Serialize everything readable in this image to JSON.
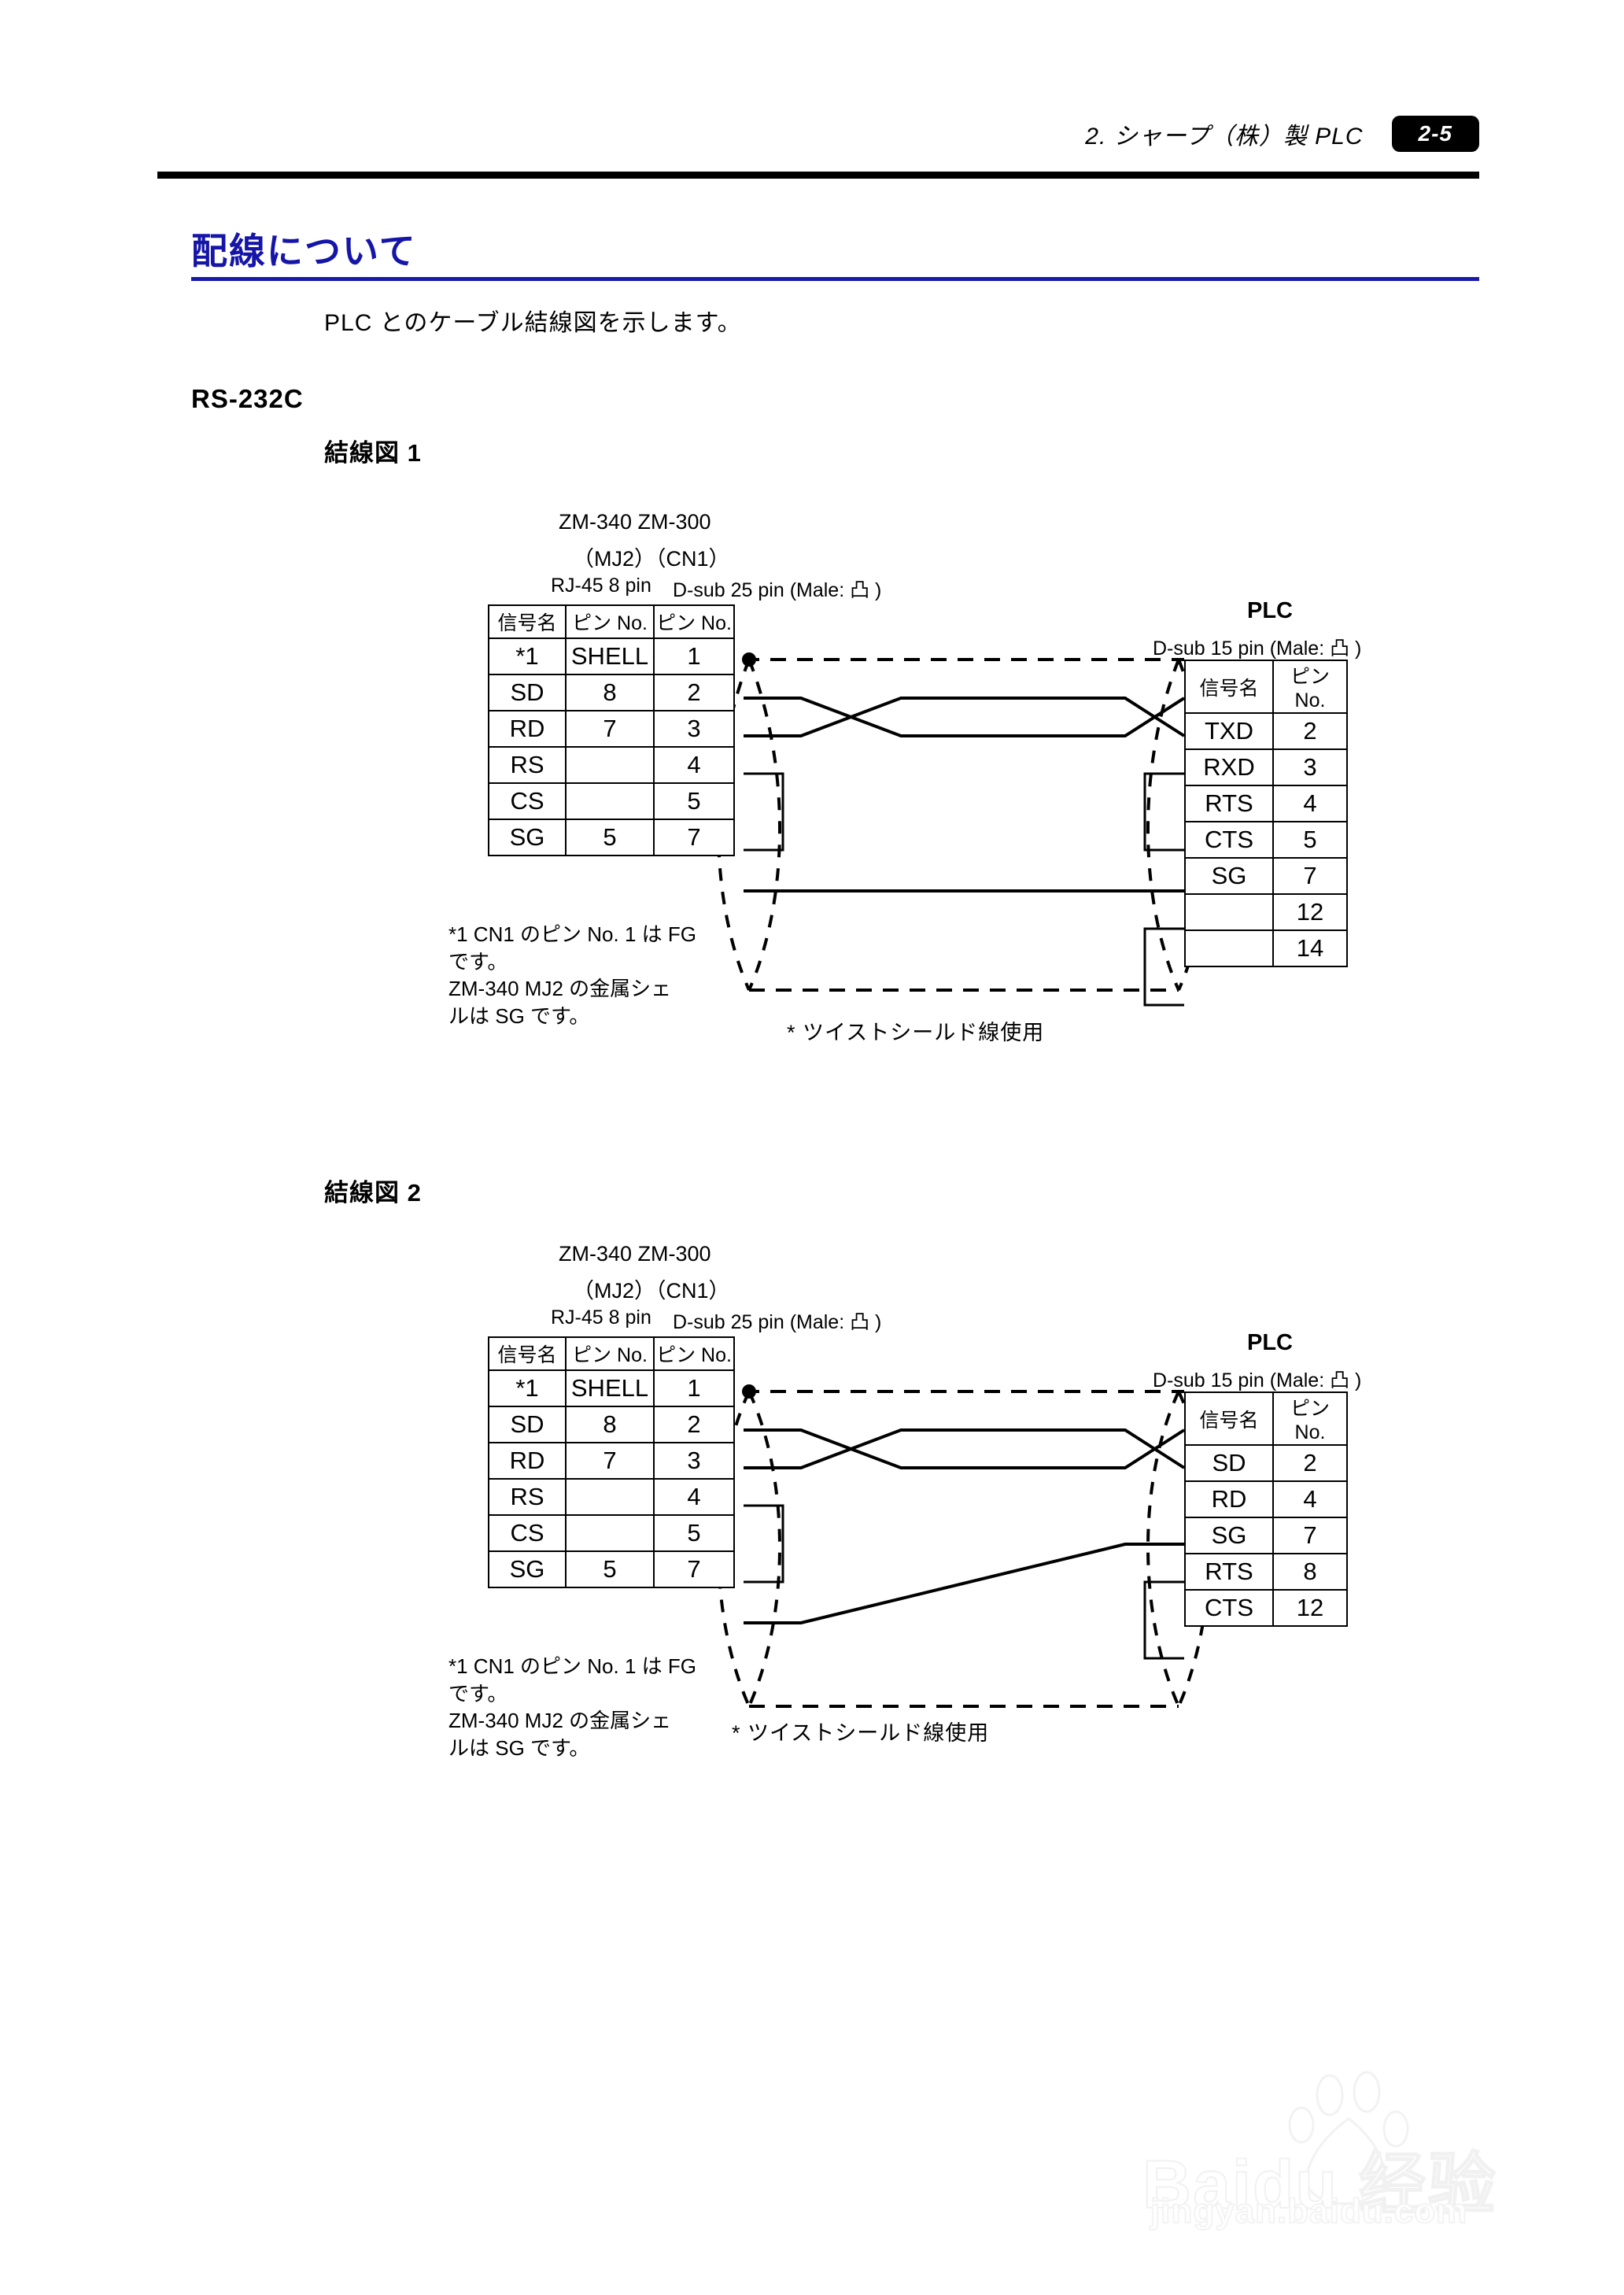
{
  "header": {
    "title": "2.  シャープ（株）製 PLC",
    "page_badge": "2-5"
  },
  "section": {
    "title": "配線について",
    "intro": "PLC とのケーブル結線図を示します。",
    "interface_heading": "RS-232C"
  },
  "diagram1": {
    "label": "結線図 1",
    "device_head_line1": "ZM-340 ZM-300",
    "device_head_line2": "（MJ2）（CN1）",
    "device_head_line3_left": "RJ-45 8 pin",
    "device_head_line3_right": "D-sub 25 pin (Male: 凸 )",
    "plc_title": "PLC",
    "plc_sub": "D-sub 15 pin (Male: 凸 )",
    "left_table": {
      "headers": [
        "信号名",
        "ピン No.",
        "ピン No."
      ],
      "rows": [
        [
          "*1",
          "SHELL",
          "1"
        ],
        [
          "SD",
          "8",
          "2"
        ],
        [
          "RD",
          "7",
          "3"
        ],
        [
          "RS",
          "",
          "4"
        ],
        [
          "CS",
          "",
          "5"
        ],
        [
          "SG",
          "5",
          "7"
        ]
      ]
    },
    "right_table": {
      "headers": [
        "信号名",
        "ピン No."
      ],
      "rows": [
        [
          "TXD",
          "2"
        ],
        [
          "RXD",
          "3"
        ],
        [
          "RTS",
          "4"
        ],
        [
          "CTS",
          "5"
        ],
        [
          "SG",
          "7"
        ],
        [
          "",
          "12"
        ],
        [
          "",
          "14"
        ]
      ]
    },
    "footnote": "*1  CN1 のピン No. 1 は FG\n     です。\n     ZM-340  MJ2 の金属シェ\n     ルは SG です。",
    "twist_note": "* ツイストシールド線使用"
  },
  "diagram2": {
    "label": "結線図 2",
    "device_head_line1": "ZM-340 ZM-300",
    "device_head_line2": "（MJ2）（CN1）",
    "device_head_line3_left": "RJ-45 8 pin",
    "device_head_line3_right": "D-sub 25 pin (Male: 凸 )",
    "plc_title": "PLC",
    "plc_sub": "D-sub 15 pin (Male: 凸 )",
    "left_table": {
      "headers": [
        "信号名",
        "ピン No.",
        "ピン No."
      ],
      "rows": [
        [
          "*1",
          "SHELL",
          "1"
        ],
        [
          "SD",
          "8",
          "2"
        ],
        [
          "RD",
          "7",
          "3"
        ],
        [
          "RS",
          "",
          "4"
        ],
        [
          "CS",
          "",
          "5"
        ],
        [
          "SG",
          "5",
          "7"
        ]
      ]
    },
    "right_table": {
      "headers": [
        "信号名",
        "ピン No."
      ],
      "rows": [
        [
          "SD",
          "2"
        ],
        [
          "RD",
          "4"
        ],
        [
          "SG",
          "7"
        ],
        [
          "RTS",
          "8"
        ],
        [
          "CTS",
          "12"
        ]
      ]
    },
    "footnote": "*1  CN1 のピン No. 1 は FG\n     です。\n     ZM-340  MJ2 の金属シェ\n     ルは SG です。",
    "twist_note": "* ツイストシールド線使用"
  },
  "watermark": {
    "brand": "Baidu 经验",
    "url": "jingyan.baidu.com"
  }
}
